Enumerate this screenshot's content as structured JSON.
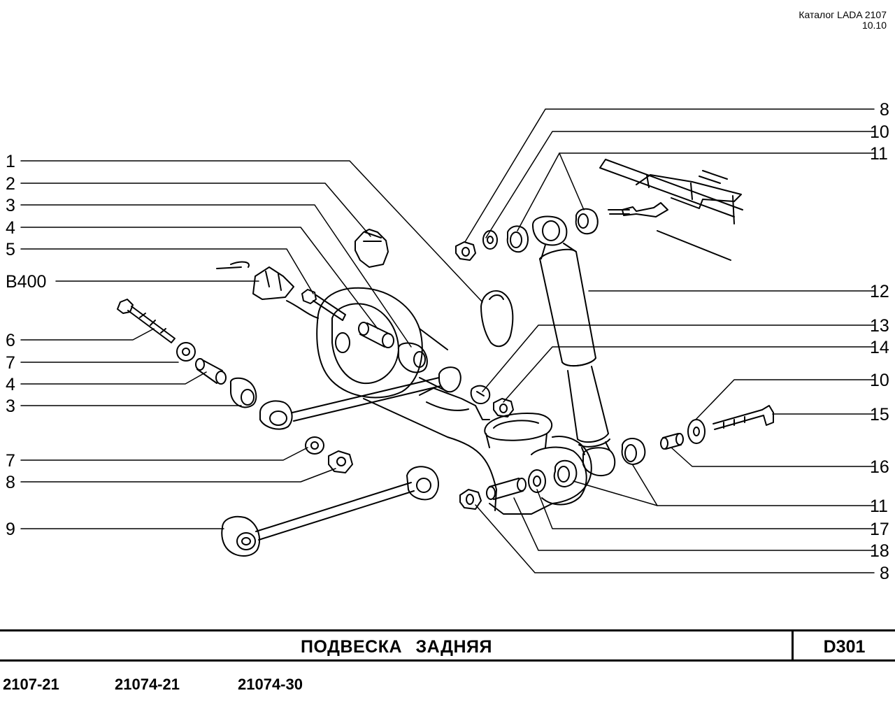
{
  "header": {
    "catalog": "Каталог LADA 2107",
    "version": "10.10"
  },
  "left_callouts": [
    "1",
    "2",
    "3",
    "4",
    "5",
    "B400",
    "6",
    "7",
    "4",
    "3",
    "7",
    "8",
    "9"
  ],
  "right_callouts": [
    "8",
    "10",
    "11",
    "12",
    "13",
    "14",
    "10",
    "15",
    "16",
    "11",
    "17",
    "18",
    "8"
  ],
  "title": "ПОДВЕСКА   ЗАДНЯЯ",
  "code": "D301",
  "models": [
    "2107-21",
    "21074-21",
    "21074-30"
  ]
}
